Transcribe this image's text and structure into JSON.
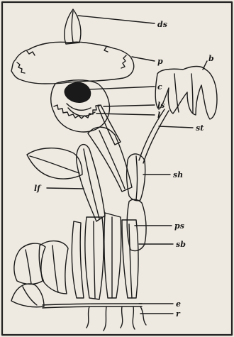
{
  "labels": {
    "ds": "ds",
    "p": "p",
    "b": "b",
    "c": "c",
    "ls": "ls",
    "l": "l",
    "st": "st",
    "sh": "sh",
    "lf": "lf",
    "ps": "ps",
    "sb": "sb",
    "e": "e",
    "r": "r"
  },
  "colors": {
    "ink": "#1a1a1a",
    "paper": "#efeae1",
    "frame": "#222222"
  }
}
